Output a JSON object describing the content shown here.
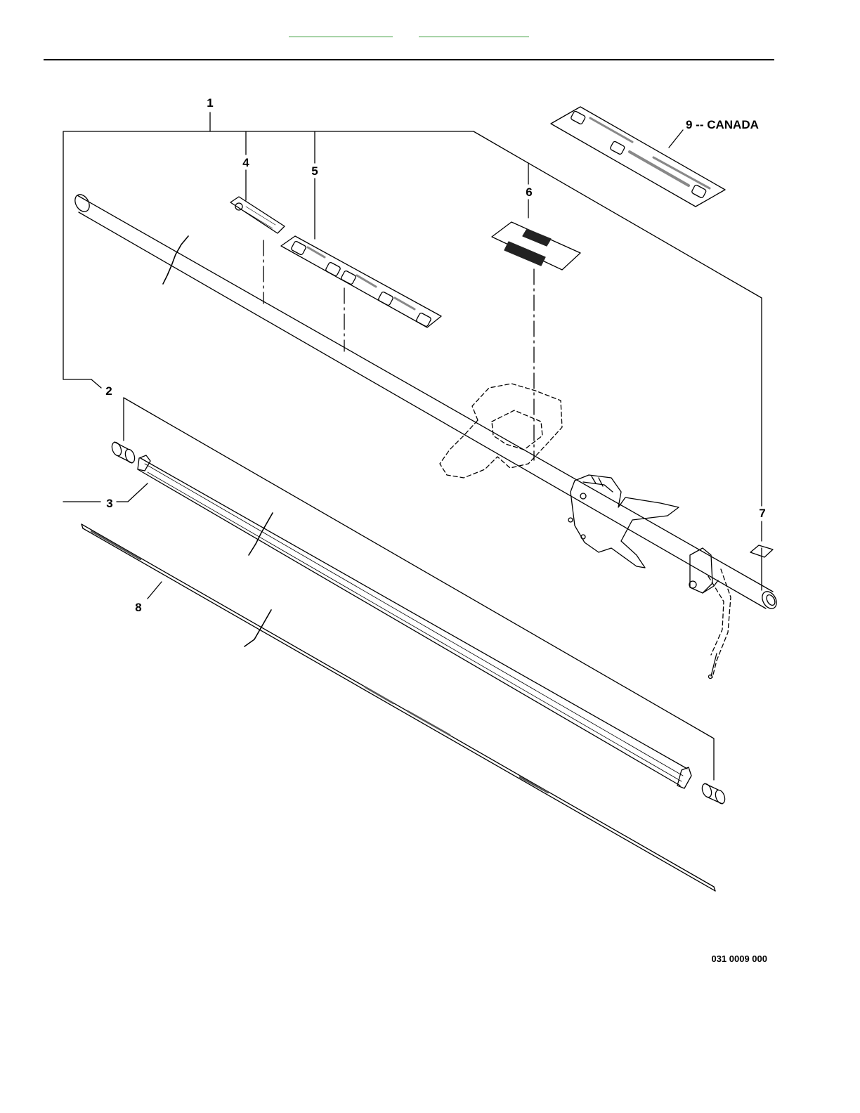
{
  "header": {
    "links": [
      "",
      ""
    ]
  },
  "diagram": {
    "callouts": {
      "c1": "1",
      "c2": "2",
      "c3": "3",
      "c4": "4",
      "c5": "5",
      "c6": "6",
      "c7": "7",
      "c8": "8",
      "c9": "9 -- CANADA"
    },
    "drawing_number": "031 0009 000"
  }
}
